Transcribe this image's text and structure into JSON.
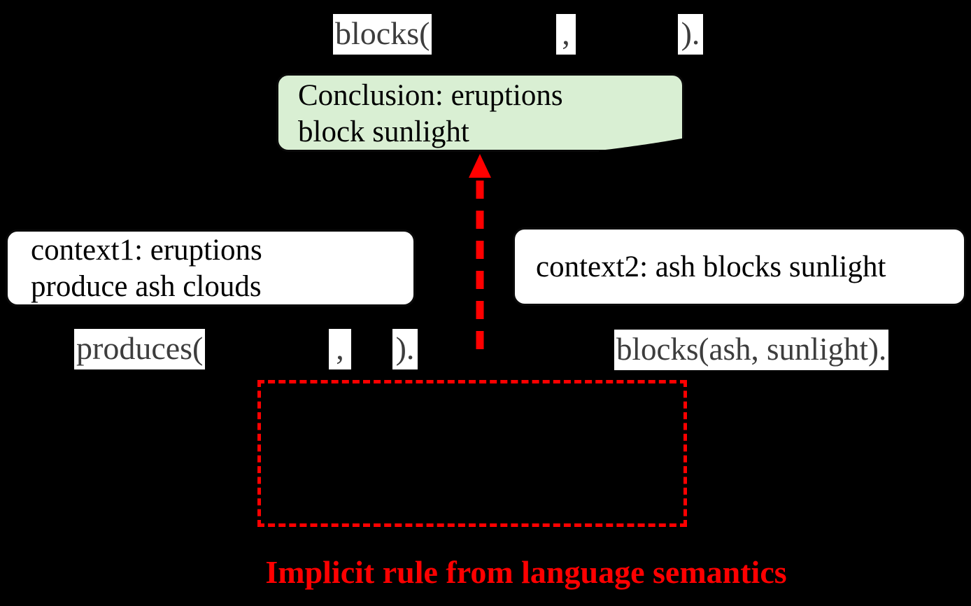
{
  "figure": {
    "conclusion_formula": {
      "open": "blocks(",
      "comma": ",",
      "close": ")."
    },
    "conclusion_box": {
      "line1": "Conclusion: eruptions",
      "line2": "block sunlight"
    },
    "context1_box": {
      "line1": "context1: eruptions",
      "line2": "produce ash clouds"
    },
    "context2_box": {
      "text": "context2: ash blocks sunlight"
    },
    "context1_formula": {
      "open": "produces(",
      "comma": ",",
      "close": ")."
    },
    "context2_formula": {
      "text": "blocks(ash, sunlight)."
    },
    "implicit_rule_caption": "Implicit rule from language semantics",
    "colors": {
      "background": "#000000",
      "conclusion_fill": "#d9efd3",
      "context_fill": "#ffffff",
      "formula_text": "#3d3d3d",
      "box_text": "#000000",
      "accent_red": "#ff0000"
    }
  }
}
